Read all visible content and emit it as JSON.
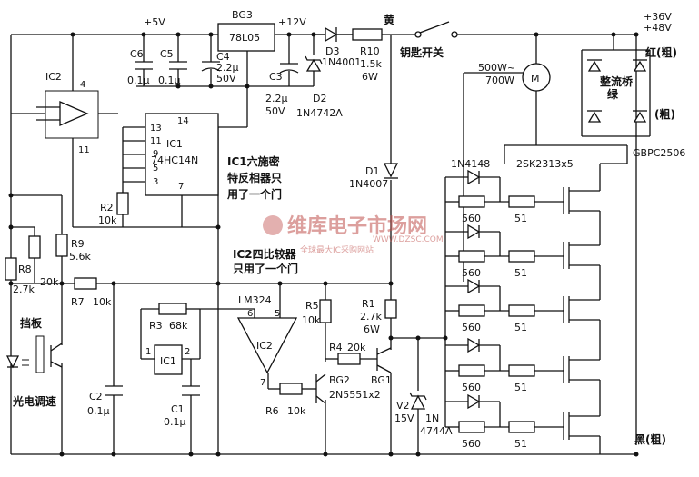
{
  "rails": {
    "v5": "+5V",
    "v12": "+12V",
    "v36": "+36V",
    "v48": "+48V",
    "yellow": "黄",
    "red": "红(粗)",
    "green": "绿",
    "green_thick": "(粗)",
    "black": "黑(粗)"
  },
  "components": {
    "bg3": "BG3",
    "reg": "78L05",
    "ic2_top": "IC2",
    "ic2_pin4": "4",
    "ic2_pin11": "11",
    "c6": "C6",
    "c6_val": "0.1μ",
    "c5": "C5",
    "c5_val": "0.1μ",
    "c4": "C4",
    "c4_val1": "2.2μ",
    "c4_val2": "50V",
    "c3": "C3",
    "c3_val1": "2.2μ",
    "c3_val2": "50V",
    "d3": "D3",
    "d3_val": "1N4001",
    "d2": "D2",
    "d2_val": "1N4742A",
    "r10": "R10",
    "r10_val1": "1.5k",
    "r10_val2": "6W",
    "key_switch": "钥匙开关",
    "motor": "M",
    "motor_power1": "500W~",
    "motor_power2": "700W",
    "bridge": "整流桥",
    "bridge_part": "GBPC2506",
    "ic1_top": "IC1",
    "ic1_part": "74HC14N",
    "ic1_pins": [
      "14",
      "13",
      "11",
      "9",
      "5",
      "3",
      "7"
    ],
    "r2": "R2",
    "r2_val": "10k",
    "ic1_note": [
      "IC1六施密",
      "特反相器只",
      "用了一个门"
    ],
    "d1": "D1",
    "d1_val": "1N4007",
    "diode_type": "1N4148",
    "mosfet": "2SK2313x5",
    "r_560": "560",
    "r_51": "51",
    "r9": "R9",
    "r9_val": "5.6k",
    "r8": "R8",
    "r8_val": "2.7k",
    "r_20k": "20k",
    "r7": "R7",
    "r7_val": "10k",
    "ic2_note": [
      "IC2四比较器",
      "只用了一个门"
    ],
    "lm324": "LM324",
    "op_pins": [
      "6",
      "5",
      "7"
    ],
    "ic2_mid": "IC2",
    "r3": "R3",
    "r3_val": "68k",
    "ic1_mid": "IC1",
    "inv_pins": [
      "1",
      "2"
    ],
    "baffle": "挡板",
    "photo_speed": "光电调速",
    "c2": "C2",
    "c2_val": "0.1μ",
    "c1": "C1",
    "c1_val": "0.1μ",
    "r6": "R6",
    "r6_val": "10k",
    "r5": "R5",
    "r5_val": "10k",
    "r4": "R4",
    "r4_val": "20k",
    "r1": "R1",
    "r1_val1": "2.7k",
    "r1_val2": "6W",
    "bg2": "BG2",
    "bg1": "BG1",
    "transistors": "2N5551x2",
    "v2": "V2",
    "v2_val": "15V",
    "zener_a": "1N",
    "zener_b": "4744A"
  },
  "watermark": {
    "main": "维库电子市场网",
    "url": "WWW.DZSC.COM",
    "sub": "全球最大IC采购网站"
  }
}
